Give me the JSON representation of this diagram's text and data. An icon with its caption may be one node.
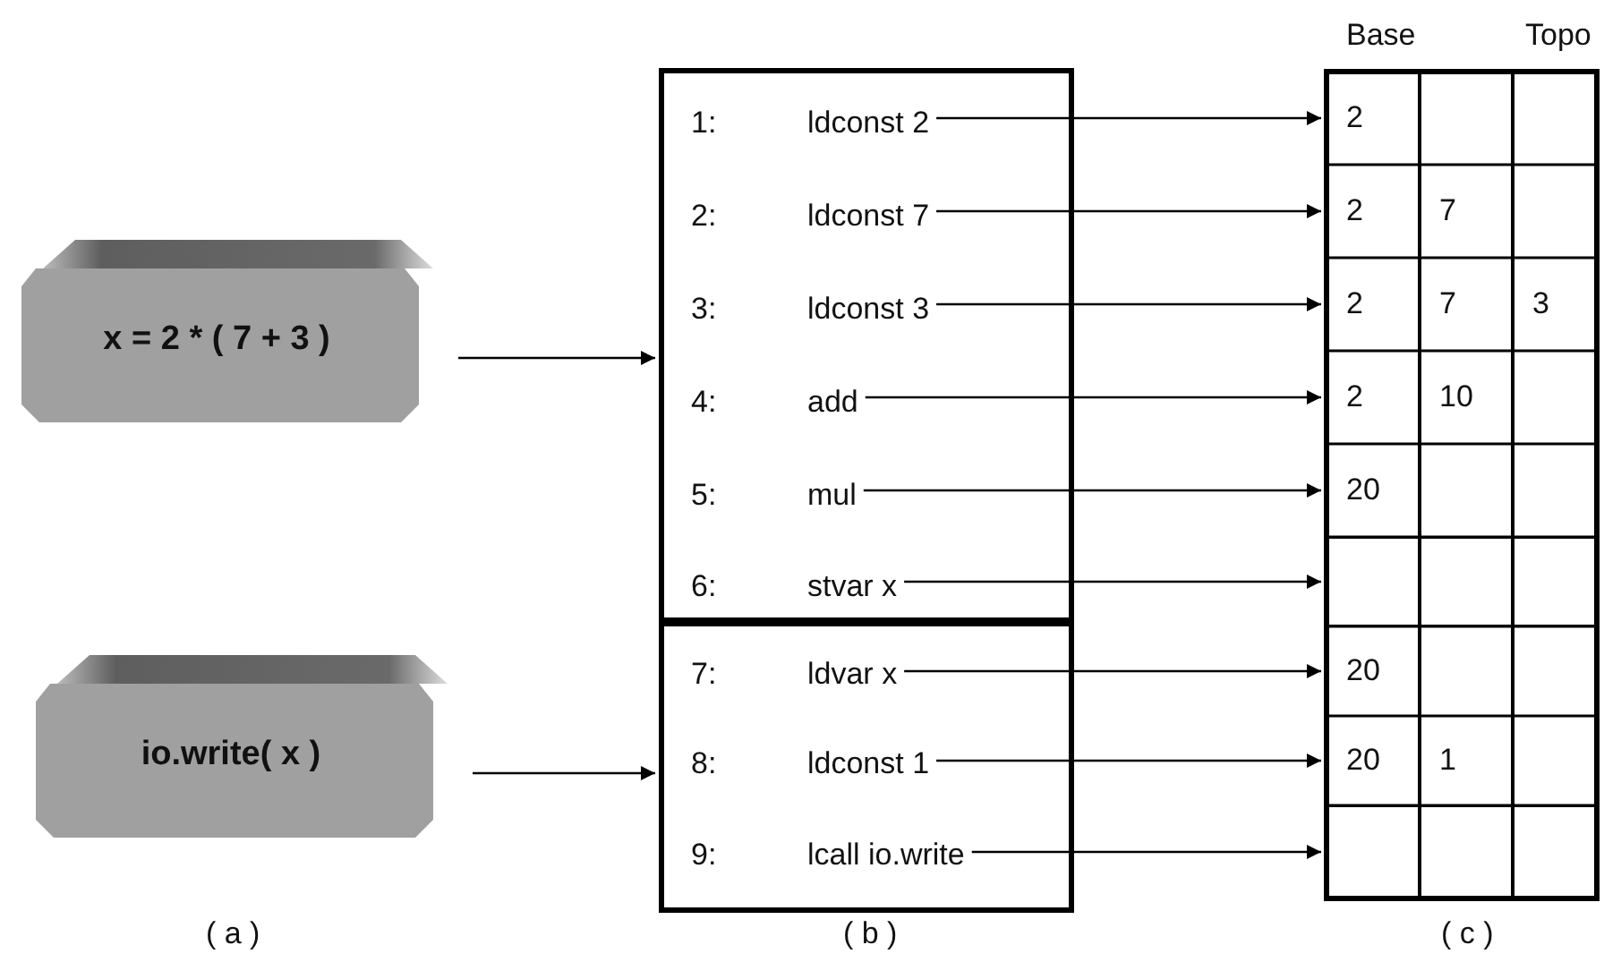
{
  "diagram": {
    "nodes": [
      {
        "text": [
          "x = 2 * ( 7 + 3 )"
        ]
      },
      {
        "text": [
          "io.write( x )"
        ]
      },
      {
        "text": [],
        "shape": "box"
      },
      {
        "text": [
          "1:",
          "ldconst 2"
        ],
        "in": 2
      },
      {
        "text": [
          "2:",
          "ldconst 7"
        ],
        "in": 2
      },
      {
        "text": [
          "3:",
          "ldconst 3"
        ],
        "in": 2
      },
      {
        "text": [
          "4:",
          "add"
        ],
        "in": 2
      },
      {
        "text": [
          "5:",
          "mul"
        ],
        "in": 2
      },
      {
        "text": [
          "6:",
          "stvar x"
        ],
        "in": 2
      },
      {
        "text": [],
        "shape": "box"
      },
      {
        "text": [
          "7:",
          "ldvar x"
        ],
        "in": 9
      },
      {
        "text": [
          "8:",
          "ldconst 1"
        ],
        "in": 9
      },
      {
        "text": [
          "9:",
          "lcall io.write"
        ],
        "in": 9
      },
      {
        "text": [
          "2"
        ]
      },
      {
        "text": [
          "2",
          "7"
        ]
      },
      {
        "text": [
          "2",
          "7",
          "3"
        ]
      },
      {
        "text": [
          "2",
          "10"
        ]
      },
      {
        "text": [
          "20"
        ]
      },
      {
        "text": [],
        "shape": "box"
      },
      {
        "text": [
          "20"
        ]
      },
      {
        "text": [
          "20",
          "1"
        ]
      },
      {
        "text": [],
        "shape": "box"
      }
    ],
    "edges": [
      {
        "from": 0,
        "to": 2,
        "arrow": "to"
      },
      {
        "from": 1,
        "to": 9,
        "arrow": "to"
      },
      {
        "from": 3,
        "to": 13,
        "arrow": "to"
      },
      {
        "from": 4,
        "to": 14,
        "arrow": "to"
      },
      {
        "from": 5,
        "to": 15,
        "arrow": "to"
      },
      {
        "from": 6,
        "to": 16,
        "arrow": "to"
      },
      {
        "from": 7,
        "to": 17,
        "arrow": "to"
      },
      {
        "from": 8,
        "to": 18,
        "arrow": "to"
      },
      {
        "from": 10,
        "to": 19,
        "arrow": "to"
      },
      {
        "from": 11,
        "to": 20,
        "arrow": "to"
      },
      {
        "from": 12,
        "to": 21,
        "arrow": "to"
      }
    ],
    "labels": [
      "Base",
      "Topo",
      "( a )",
      "( b )",
      "( c )"
    ]
  }
}
